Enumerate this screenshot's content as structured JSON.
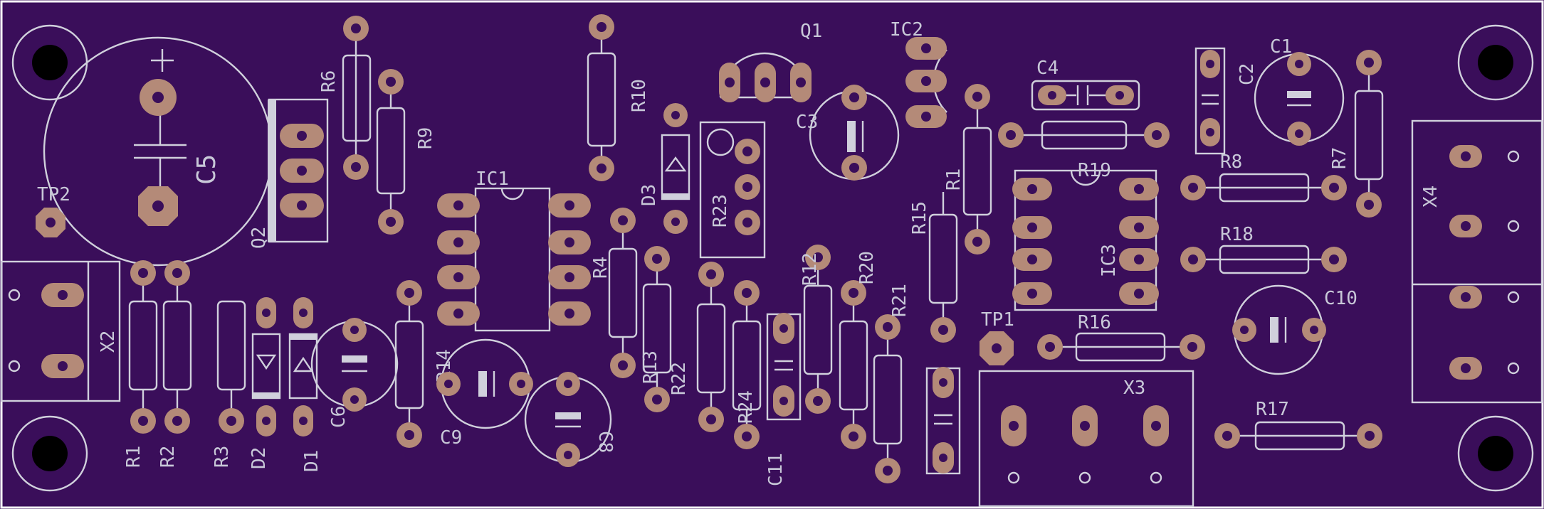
{
  "board": {
    "background": "#3a0e5a",
    "pad_color": "#b48a78",
    "silkscreen_color": "#d0d0dc"
  },
  "labels": {
    "C5": "C5",
    "plus_c5": "+",
    "TP2": "TP2",
    "Q2": "Q2",
    "R6": "R6",
    "R9": "R9",
    "R10": "R10",
    "Q1": "Q1",
    "IC2": "IC2",
    "C3": "C3",
    "D3": "D3",
    "R23": "R23",
    "IC1": "IC1",
    "C4": "C4",
    "C2": "C2",
    "C1": "C1",
    "R7": "R7",
    "R8": "R8",
    "R19": "R19",
    "R15": "R15",
    "R1x": "R1",
    "X4": "X4",
    "R18": "R18",
    "IC3": "IC3",
    "C10": "C10",
    "X2": "X2",
    "R4": "R4",
    "R12": "R12",
    "R20": "R20",
    "R21": "R21",
    "TP1": "TP1",
    "R16": "R16",
    "X3": "X3",
    "R14": "R14",
    "R13": "R13",
    "R22": "R22",
    "R24": "R24",
    "C6": "C6",
    "C9": "C9",
    "C8": "C8",
    "C11": "C11",
    "R17": "R17",
    "R1": "R1",
    "R2": "R2",
    "R3": "R3",
    "D2": "D2",
    "D1": "D1"
  }
}
